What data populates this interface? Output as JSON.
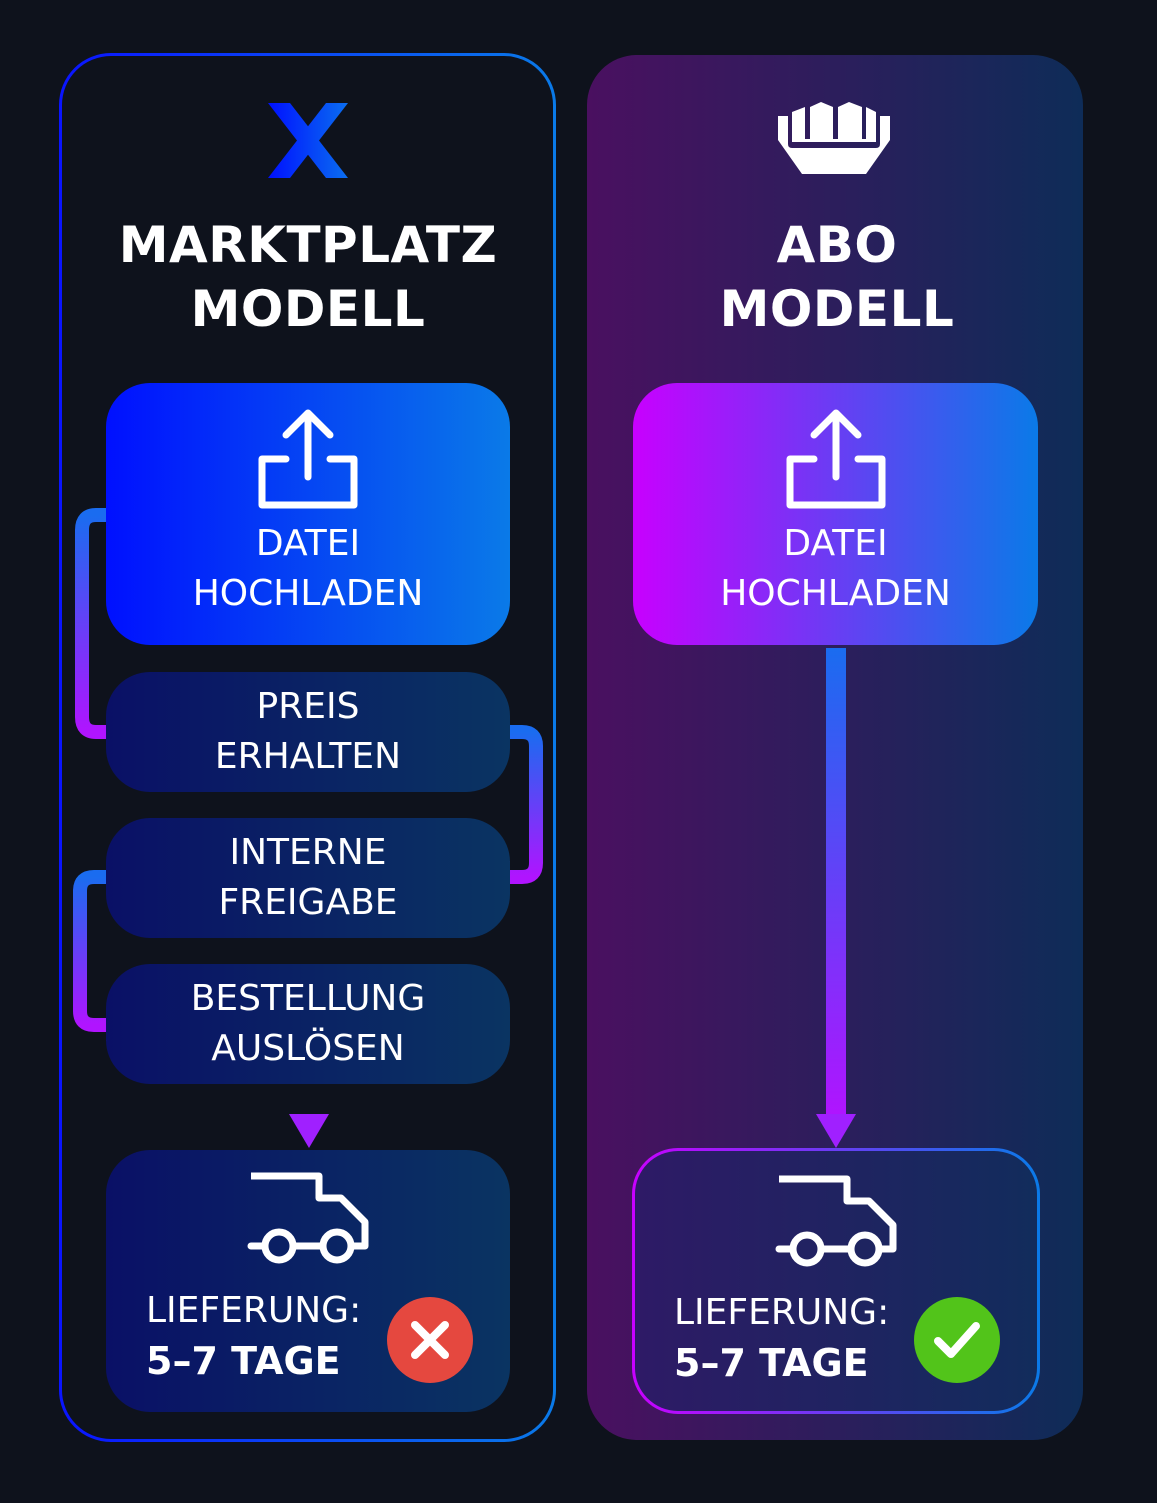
{
  "left": {
    "title_line1": "MARKTPLATZ",
    "title_line2": "MODELL",
    "logo": "x-logo-icon",
    "upload": {
      "line1": "DATEI",
      "line2": "HOCHLADEN",
      "icon": "upload-icon"
    },
    "steps": [
      {
        "line1": "PREIS",
        "line2": "ERHALTEN"
      },
      {
        "line1": "INTERNE",
        "line2": "FREIGABE"
      },
      {
        "line1": "BESTELLUNG",
        "line2": "AUSLÖSEN"
      }
    ],
    "delivery": {
      "label": "LIEFERUNG:",
      "value": "5–7 TAGE",
      "icon": "truck-icon",
      "status": "cross-icon",
      "status_color": "#e5483f"
    }
  },
  "right": {
    "title_line1": "ABO",
    "title_line2": "MODELL",
    "logo": "crown-hand-logo-icon",
    "upload": {
      "line1": "DATEI",
      "line2": "HOCHLADEN",
      "icon": "upload-icon"
    },
    "delivery": {
      "label": "LIEFERUNG:",
      "value": "5–7 TAGE",
      "icon": "truck-icon",
      "status": "check-icon",
      "status_color": "#52c41a"
    }
  }
}
